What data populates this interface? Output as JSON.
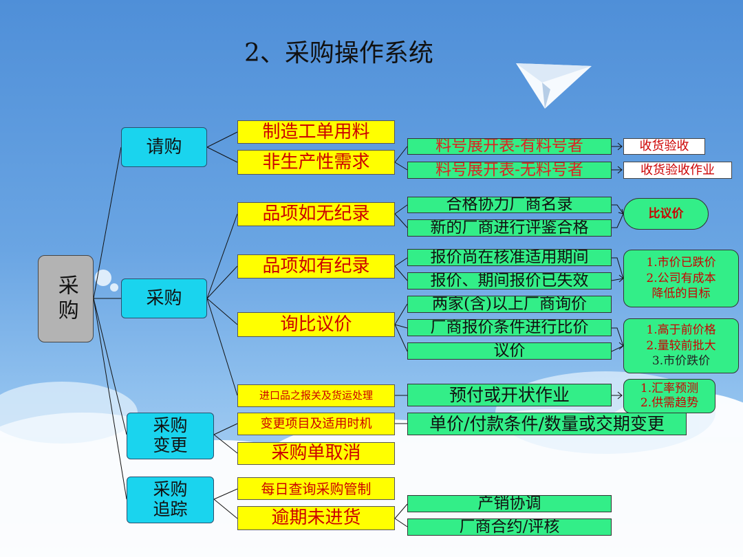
{
  "title": "2、采购操作系统",
  "root": "采购",
  "branches": {
    "qinggou": "请购",
    "caigou": "采购",
    "biangeng": "采购变更",
    "zhuizong": "采购追踪"
  },
  "items": {
    "zhizao": "制造工单用料",
    "feishengchan": "非生产性需求",
    "wujilu": "品项如无纪录",
    "youjilu": "品项如有纪录",
    "xunbi": "询比议价",
    "jinkou": "进口品之报关及货运处理",
    "biangeng_xiangmu": "变更项目及适用时机",
    "quxiao": "采购单取消",
    "meiri": "每日查询采购管制",
    "yuqi": "逾期未进货"
  },
  "details": {
    "youliaohao": "料号展开表-有料号者",
    "wuliaohao": "料号展开表-无料号者",
    "hege": "合格协力厂商名录",
    "xinchangshang": "新的厂商进行评鉴合格",
    "baojia_hezhun": "报价尚在核准适用期间",
    "baojia_shixiao": "报价、期间报价已失效",
    "liangjia": "两家(含)以上厂商询价",
    "bijia": "厂商报价条件进行比价",
    "yijia": "议价",
    "yufu": "预付或开状作业",
    "danjia": "单价/付款条件/数量或交期变更",
    "chanxiao": "产销协调",
    "heyue": "厂商合约/评核"
  },
  "results": {
    "shouhuo": "收货验收",
    "shouhuo_zuoye": "收货验收作业"
  },
  "notes": {
    "biyijia": "比议价",
    "n1": [
      "1.市价已跌价",
      "2.公司有成本",
      "降低的目标"
    ],
    "n2": [
      "1.高于前价格",
      "2.量较前批大",
      "3.市价跌价"
    ],
    "n3": [
      "1.汇率预测",
      "2.供需趋势"
    ]
  }
}
